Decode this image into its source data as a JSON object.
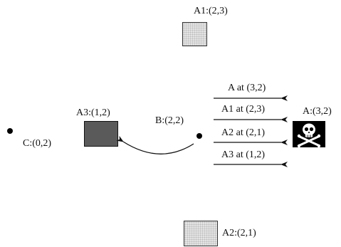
{
  "labels": {
    "a1": "A1:(2,3)",
    "a2": "A2:(2,1)",
    "a3": "A3:(1,2)",
    "a": "A:(3,2)",
    "b": "B:(2,2)",
    "c": "C:(0,2)"
  },
  "messages": [
    "A at (3,2)",
    "A1 at (2,3)",
    "A2 at (2,1)",
    "A3 at (1,2)"
  ],
  "colors": {
    "ink": "#111111",
    "light_box_fill": "#e4e4e4",
    "dark_box_fill": "#8a8a8a",
    "skull_bg": "#000000"
  },
  "icons": {
    "a": "skull-crossbones-icon"
  }
}
